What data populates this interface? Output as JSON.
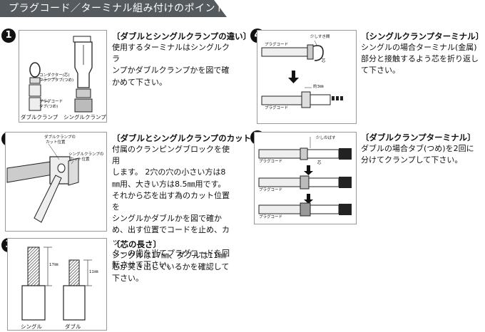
{
  "header": {
    "title": "プラグコード／ターミナル組み付けのポイント"
  },
  "sections": {
    "s1": {
      "num": "1",
      "title": "〔ダブルとシングルクランプの違い〕",
      "lines": [
        "使用するターミナルはシングルクラ",
        "ンプかダブルクランプかを図で確",
        "かめて下さい。"
      ],
      "labels": {
        "collar": "コンダクター(芯)",
        "clamp_tab": "クランプタブ(つめ)",
        "plug_cord": "プラグコード",
        "tab": "タブ(つめ)",
        "double": "ダブルクランプ",
        "single": "シングルクランプ"
      }
    },
    "s2": {
      "num": "2",
      "title": "〔ダブルとシングルクランプのカット位置〕",
      "lines": [
        "付属のクランピングブロックを使用",
        "します。 2穴の穴の小さい方は8",
        "㎜用、大きい方は8.5㎜用です。",
        "それから芯を出す為のカット位置を",
        "シングルかダブルかを図で確か",
        "め、出す位置でコードを止め、カッ",
        "ターの歯を当てプラグコードを回",
        "転させて下さい。"
      ],
      "labels": {
        "double_pos": "ダブルクランプの",
        "double_pos2": "カット位置",
        "single_pos": "シングルクランプの",
        "single_pos2": "カット位置"
      }
    },
    "s3": {
      "num": "3",
      "title": "〔芯の長さ〕",
      "lines": [
        "シングルは17㎜、ダブルは11㎜",
        "芯が突き出しているかを確認して",
        "下さい。"
      ],
      "labels": {
        "len_single": "17㎜",
        "len_double": "11㎜",
        "single": "シングル",
        "double": "ダブル"
      }
    },
    "s4": {
      "num": "4",
      "title": "〔シングルクランプターミナル〕",
      "lines": [
        "シングルの場合ターミナル(金属)",
        "部分と接触するよう芯を折り返し",
        "て下さい。"
      ],
      "labels": {
        "plug_cord": "プラグコード",
        "bend": "少しすき間",
        "core": "芯",
        "approx": "約3㎜",
        "plug_cord2": "プラグコード"
      }
    },
    "s5": {
      "num": "5",
      "title": "〔ダブルクランプターミナル〕",
      "lines": [
        "ダブルの場合タブ(つめ)を2回に",
        "分けてクランプして下さい。"
      ],
      "labels": {
        "bit": "少しのばす",
        "core": "芯",
        "plug_cord": "プラグコード",
        "plug_cord2": "プラグコード",
        "plug_cord3": "プラグコード"
      }
    }
  }
}
